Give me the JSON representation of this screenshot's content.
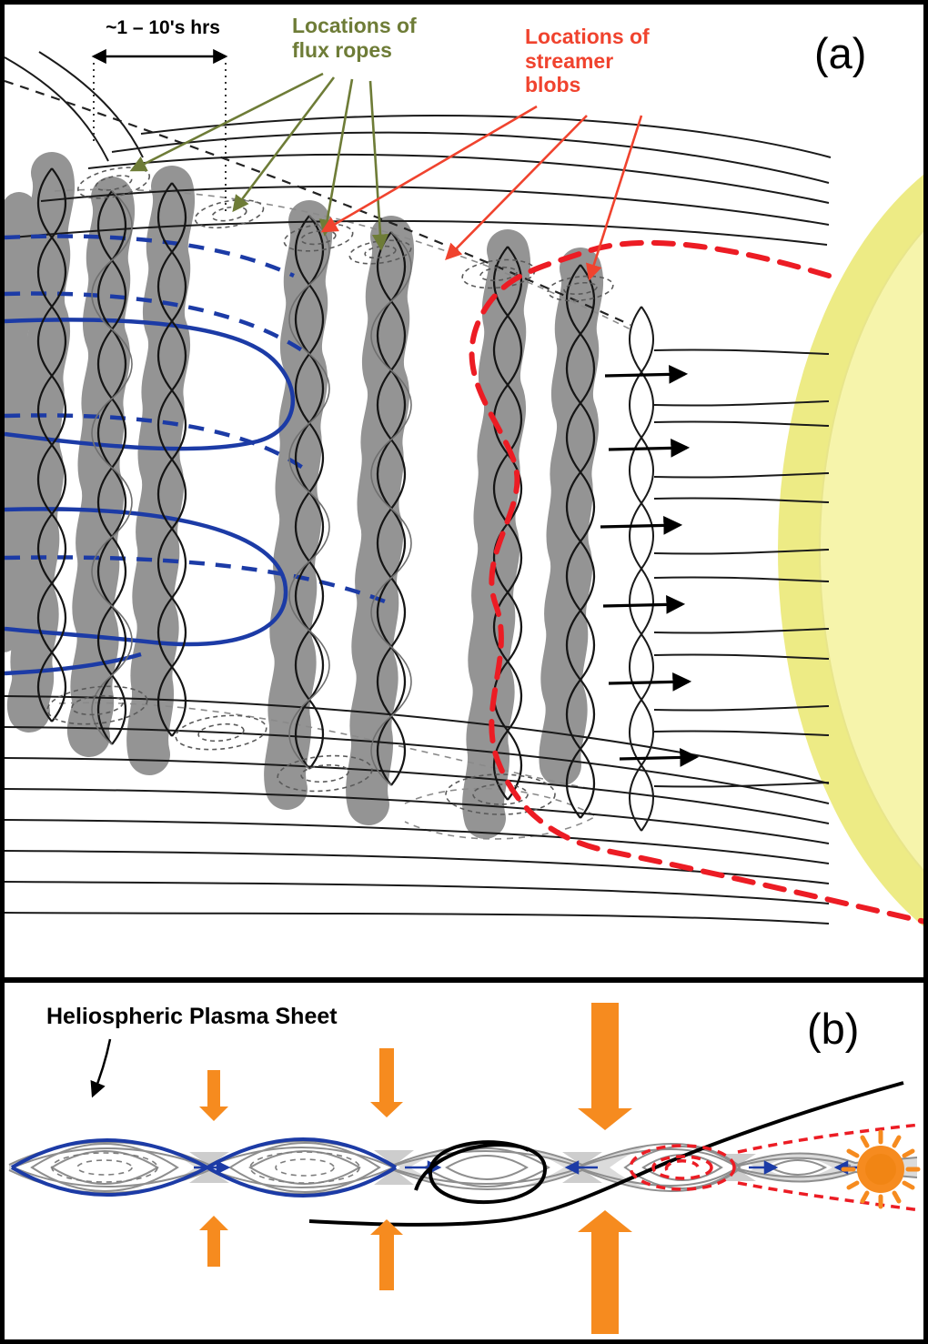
{
  "figure": {
    "panel_a": {
      "tag": "(a)",
      "timescale": "~1 – 10's hrs",
      "flux_ropes": "Locations of\nflux ropes",
      "streamer_blobs": "Locations of\nstreamer\nblobs"
    },
    "panel_b": {
      "tag": "(b)",
      "plasma_sheet": "Heliospheric Plasma Sheet"
    }
  },
  "palette": {
    "olive": "#6e7c37",
    "red": "#f0432e",
    "red-dash": "#ec1c24",
    "blue": "#1c3ba6",
    "gray-band": "#949494",
    "gray-line": "#8e8e8e",
    "orange": "#f68b1f",
    "yellow-outer": "#edeb85",
    "yellow-inner": "#f6f4ab"
  }
}
